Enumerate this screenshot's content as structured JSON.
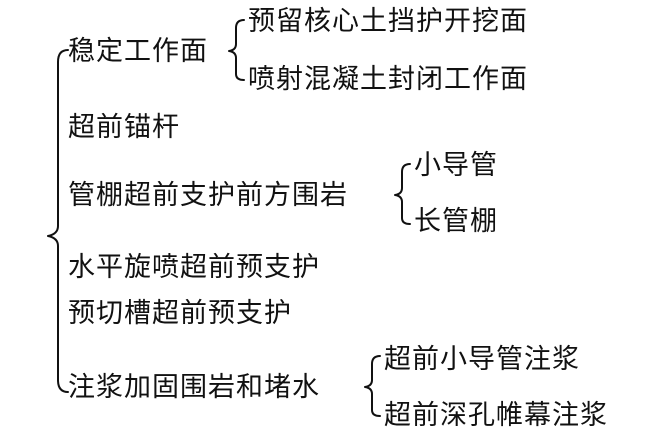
{
  "main_branches": [
    {
      "label": "稳定工作面",
      "sub_items": [
        "预留核心土挡护开挖面",
        "喷射混凝土封闭工作面"
      ]
    },
    {
      "label": "超前锚杆",
      "sub_items": []
    },
    {
      "label": "管棚超前支护前方围岩",
      "sub_items": [
        "小导管",
        "长管棚"
      ]
    },
    {
      "label": "水平旋喷超前预支护",
      "sub_items": []
    },
    {
      "label": "预切槽超前预支护",
      "sub_items": []
    },
    {
      "label": "注浆加固围岩和堵水",
      "sub_items": [
        "超前小导管注浆",
        "超前深孔帷幕注浆"
      ]
    }
  ]
}
